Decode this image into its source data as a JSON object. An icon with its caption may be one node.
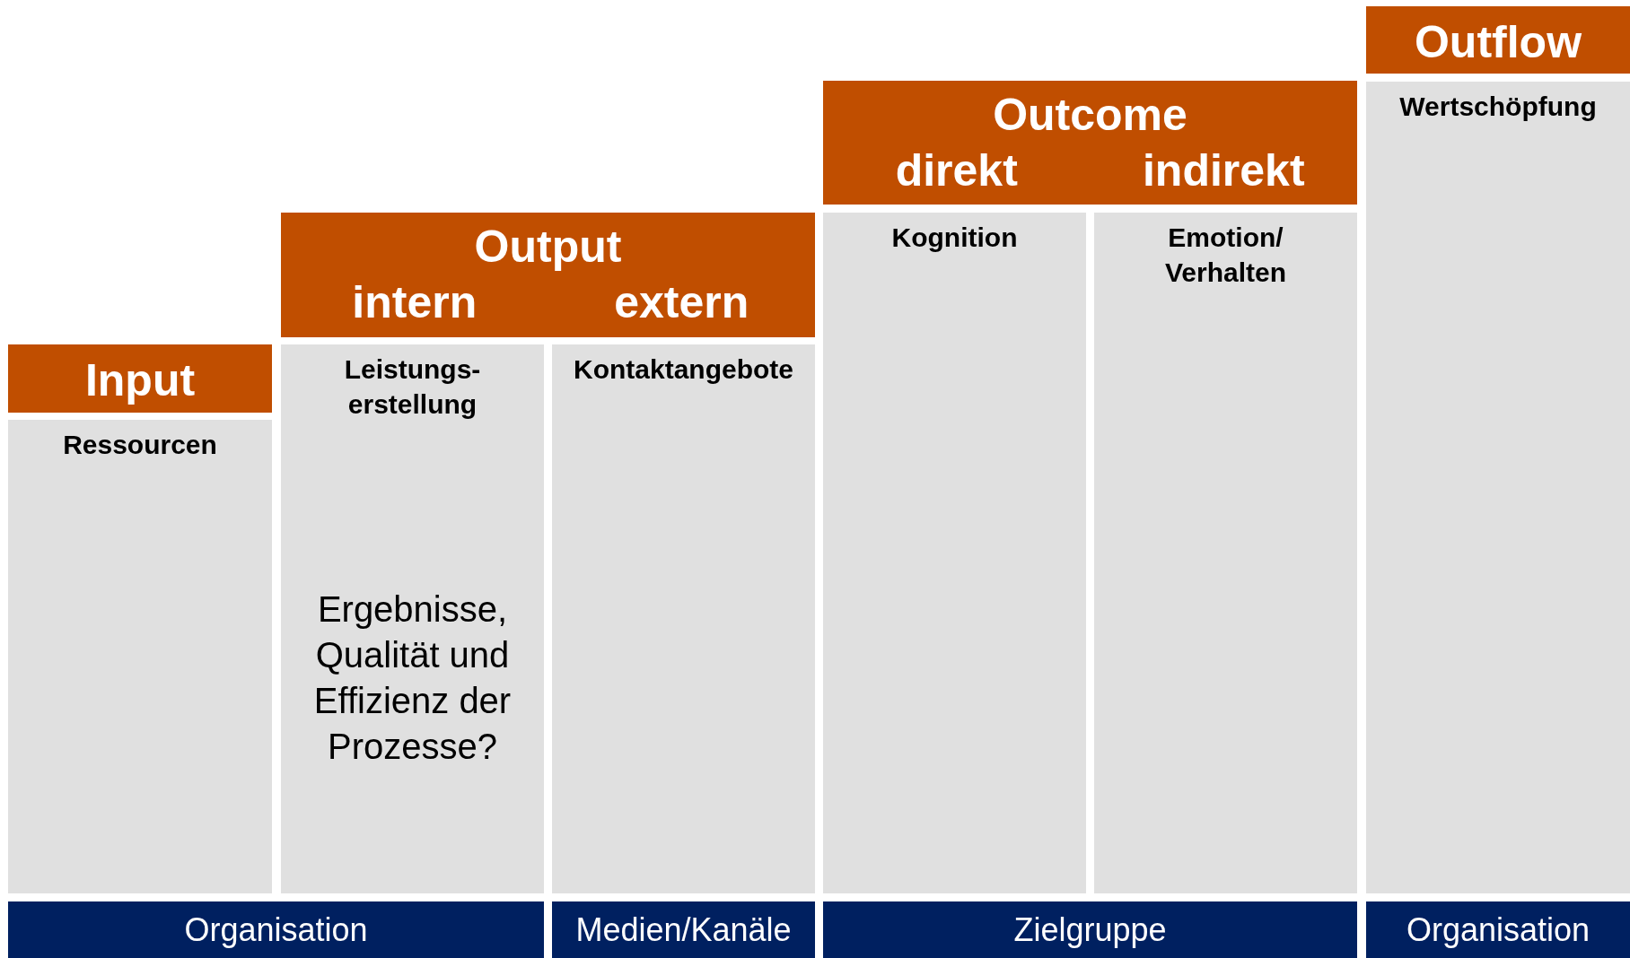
{
  "diagram": {
    "nodes": [
      {
        "text": [
          "Input"
        ]
      },
      {
        "text": [
          "Ressourcen"
        ]
      },
      {
        "text": [
          "Output",
          "intern",
          "extern"
        ]
      },
      {
        "text": [
          "Leistungs- erstellung",
          "Ergebnisse, Qualität und Effizienz der Prozesse?"
        ]
      },
      {
        "text": [
          "Kontaktangebote"
        ]
      },
      {
        "text": [
          "Outcome",
          "direkt",
          "indirekt"
        ]
      },
      {
        "text": [
          "Kognition"
        ]
      },
      {
        "text": [
          "Emotion/ Verhalten"
        ]
      },
      {
        "text": [
          "Outflow"
        ]
      },
      {
        "text": [
          "Wertschöpfung"
        ]
      },
      {
        "text": [
          "Organisation"
        ]
      },
      {
        "text": [
          "Medien/Kanäle"
        ]
      },
      {
        "text": [
          "Zielgruppe"
        ]
      },
      {
        "text": [
          "Organisation"
        ]
      }
    ]
  }
}
